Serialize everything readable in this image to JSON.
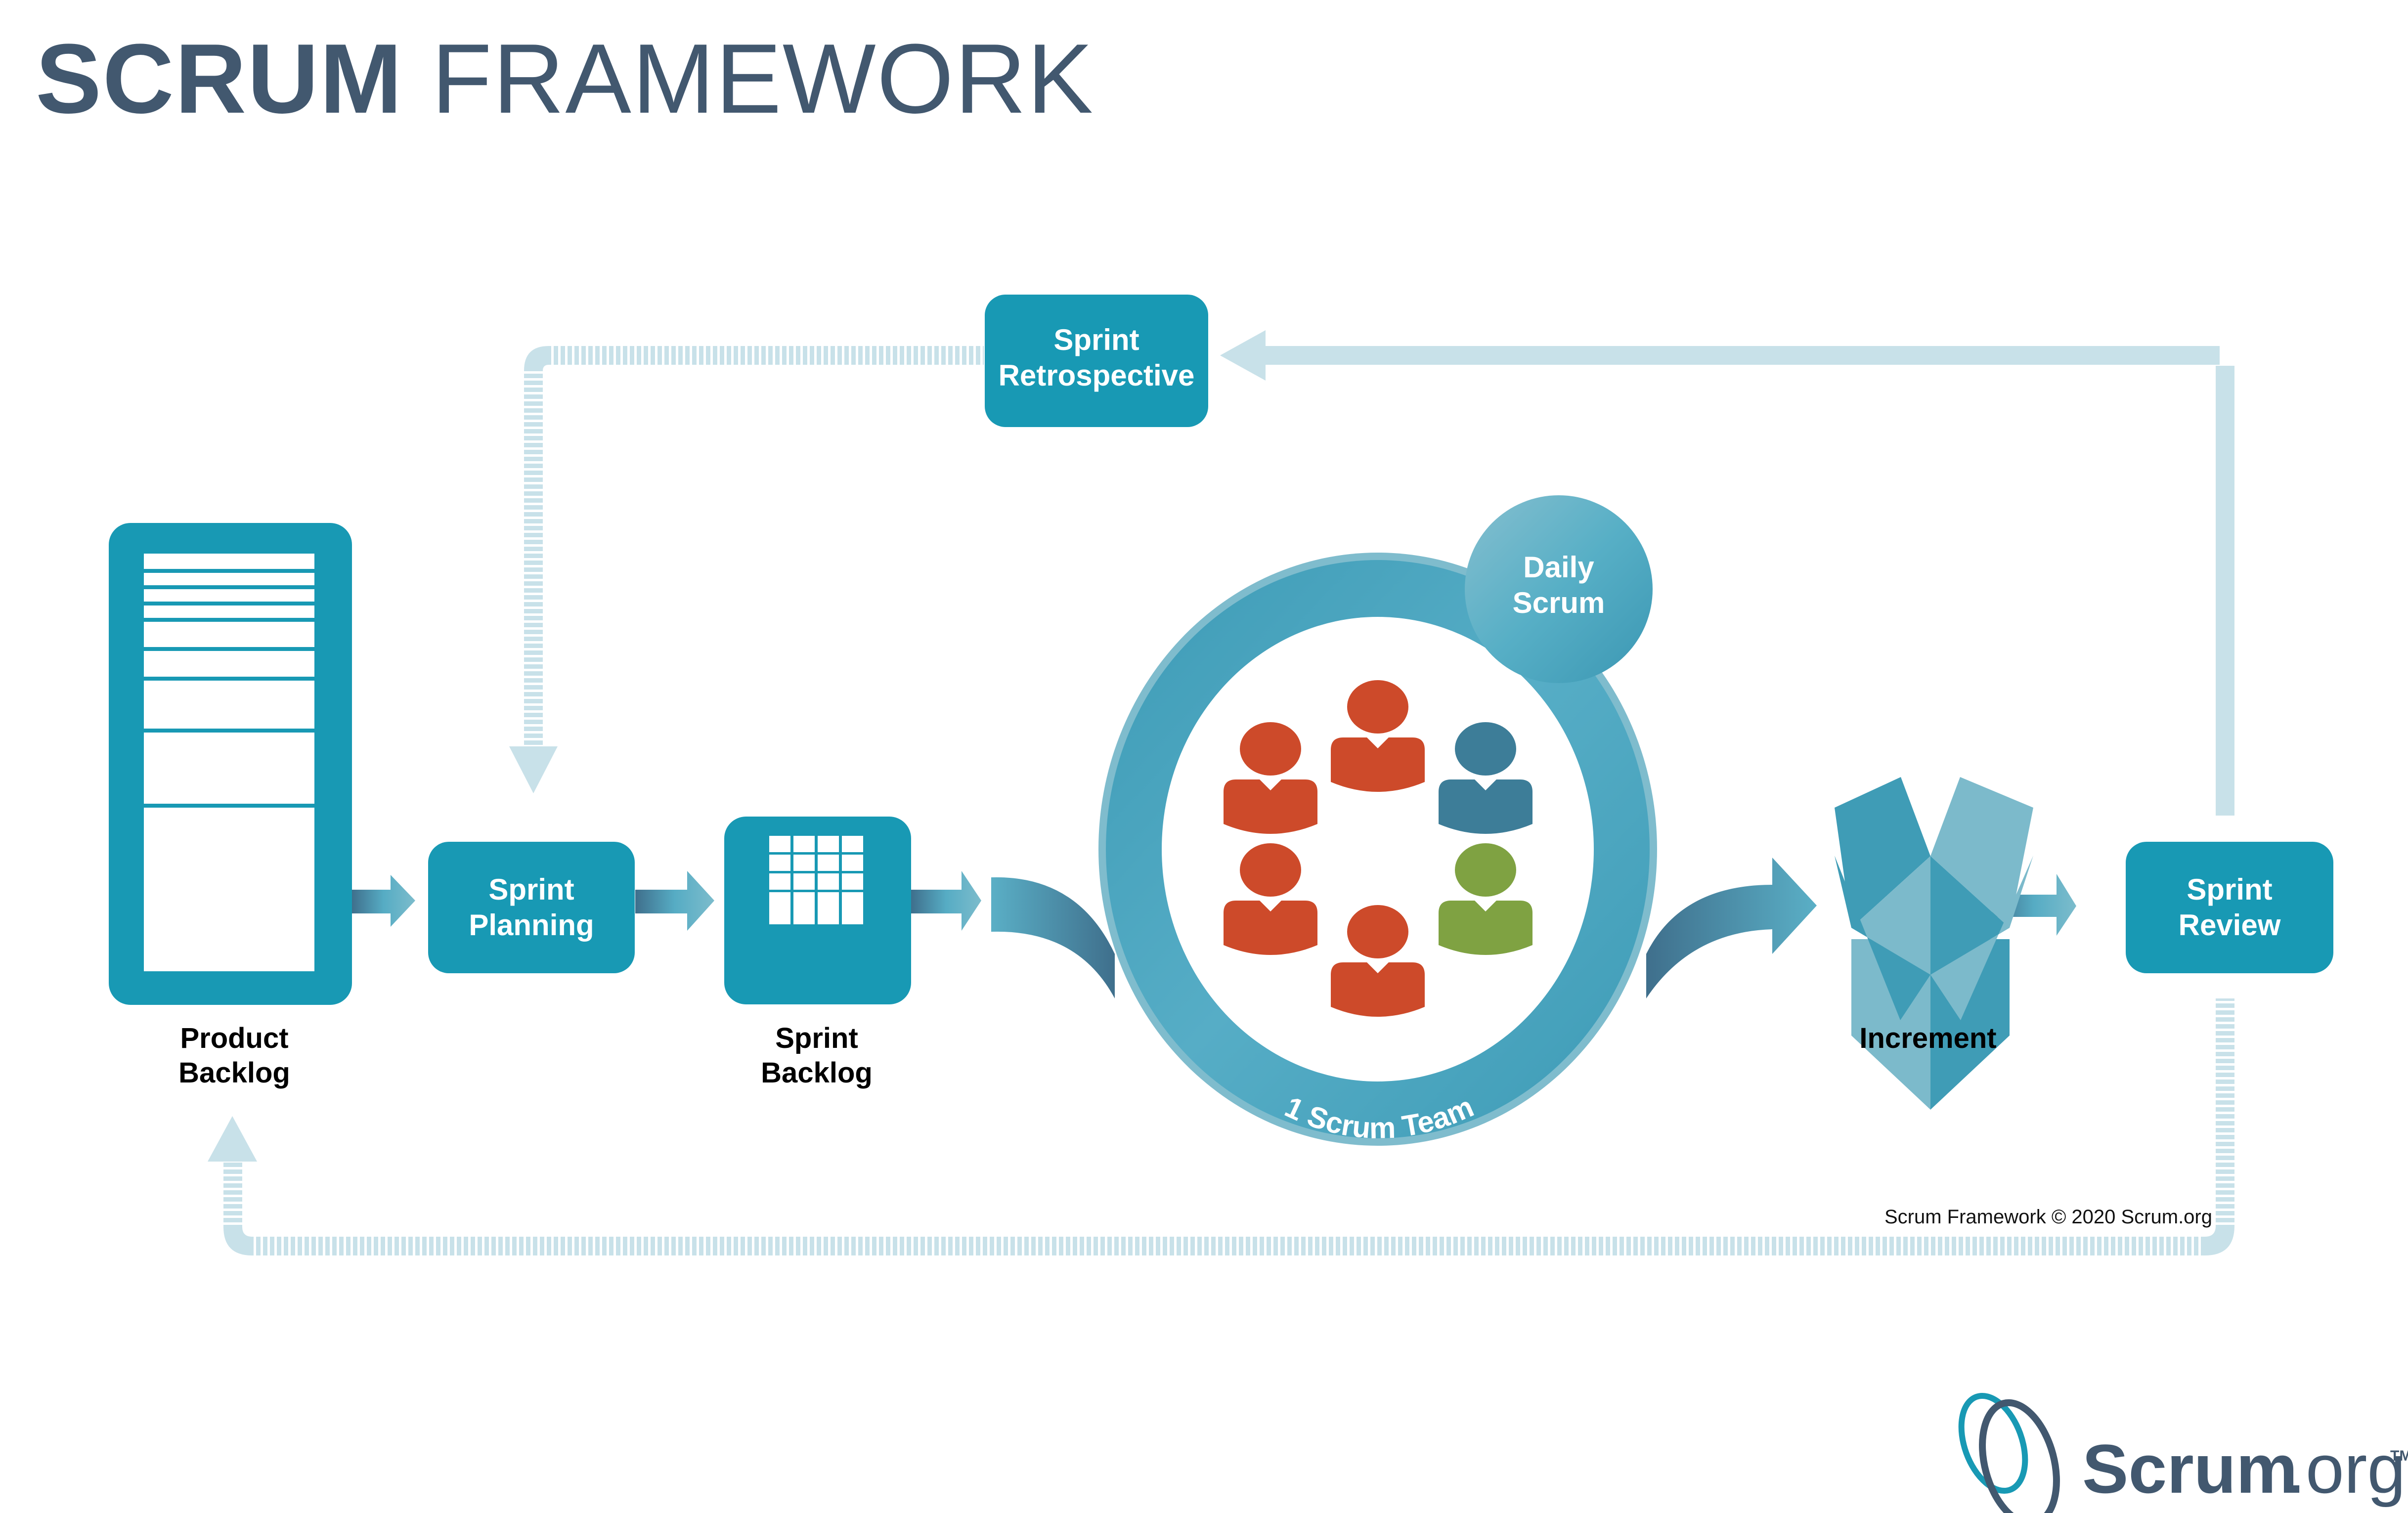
{
  "title": {
    "bold": "SCRUM",
    "regular": "FRAMEWORK"
  },
  "colors": {
    "title": "#42586f",
    "box": "#1899b4",
    "ring": "#4aa7c1",
    "loop_arrow": "#c8e1e9",
    "person_red": "#cd4a2a",
    "person_blue": "#3d7d98",
    "person_green": "#7fa242"
  },
  "nodes": {
    "product_backlog": {
      "line1": "Product",
      "line2": "Backlog"
    },
    "sprint_planning": {
      "line1": "Sprint",
      "line2": "Planning"
    },
    "sprint_backlog": {
      "line1": "Sprint",
      "line2": "Backlog"
    },
    "daily_scrum": {
      "line1": "Daily",
      "line2": "Scrum"
    },
    "scrum_team": {
      "label": "1 Scrum Team"
    },
    "increment": {
      "label": "Increment"
    },
    "sprint_review": {
      "line1": "Sprint",
      "line2": "Review"
    },
    "sprint_retrospective": {
      "line1": "Sprint",
      "line2": "Retrospective"
    }
  },
  "team_members": [
    {
      "color": "red"
    },
    {
      "color": "red"
    },
    {
      "color": "blue"
    },
    {
      "color": "red"
    },
    {
      "color": "green"
    },
    {
      "color": "red"
    }
  ],
  "credit": "Scrum Framework © 2020 Scrum.org",
  "logo": {
    "bold": "Scrum",
    "light": ".org",
    "tm": "TM"
  }
}
